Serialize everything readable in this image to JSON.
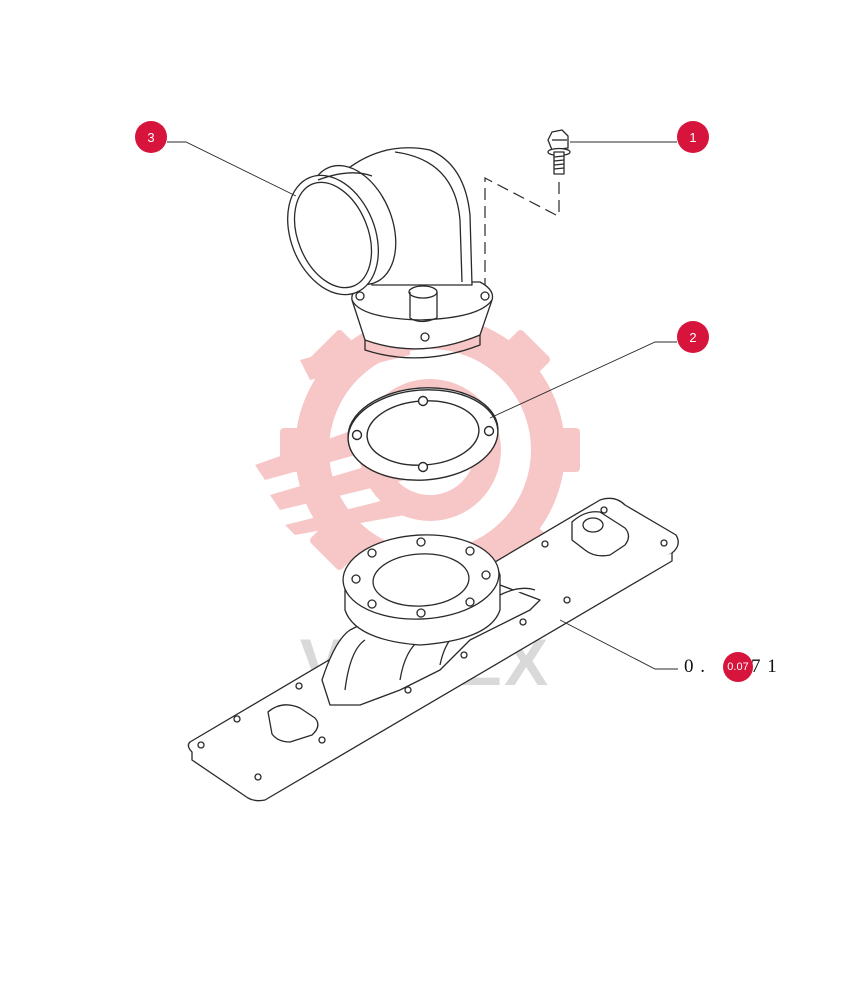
{
  "colors": {
    "callout": "#d7143c",
    "line": "#2a2a2a",
    "watermark_gear": "#f5b3b3",
    "watermark_text": "#d9d9d9"
  },
  "watermark": {
    "text": "VIKTEX"
  },
  "callouts": [
    {
      "label": "1",
      "part": "bolt"
    },
    {
      "label": "2",
      "part": "gasket"
    },
    {
      "label": "3",
      "part": "elbow-pipe"
    }
  ],
  "reference": {
    "prefix": "0 . ",
    "badge": "0.07",
    "suffix": "7 1"
  }
}
